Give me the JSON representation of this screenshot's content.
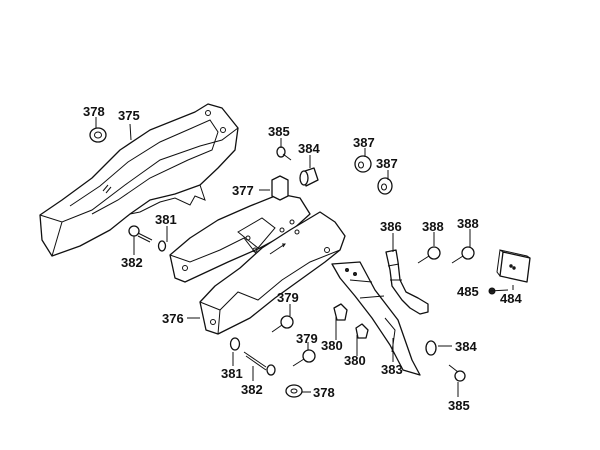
{
  "diagram": {
    "type": "exploded-parts-diagram",
    "background": "#ffffff",
    "ink_color": "#111111",
    "callouts": [
      {
        "id": "c378a",
        "label": "378",
        "part": "grommet"
      },
      {
        "id": "c375",
        "label": "375",
        "part": "upper-cover"
      },
      {
        "id": "c385a",
        "label": "385",
        "part": "bolt"
      },
      {
        "id": "c384a",
        "label": "384",
        "part": "collar"
      },
      {
        "id": "c387a",
        "label": "387",
        "part": "damper"
      },
      {
        "id": "c387b",
        "label": "387",
        "part": "damper"
      },
      {
        "id": "c377",
        "label": "377",
        "part": "clip"
      },
      {
        "id": "c381a",
        "label": "381",
        "part": "washer"
      },
      {
        "id": "c382a",
        "label": "382",
        "part": "screw"
      },
      {
        "id": "c386",
        "label": "386",
        "part": "harness-band"
      },
      {
        "id": "c388a",
        "label": "388",
        "part": "bolt"
      },
      {
        "id": "c388b",
        "label": "388",
        "part": "bolt"
      },
      {
        "id": "c485",
        "label": "485",
        "part": "rivet"
      },
      {
        "id": "c484",
        "label": "484",
        "part": "reflector"
      },
      {
        "id": "c376",
        "label": "376",
        "part": "lower-cover"
      },
      {
        "id": "c379a",
        "label": "379",
        "part": "bolt"
      },
      {
        "id": "c379b",
        "label": "379",
        "part": "bolt"
      },
      {
        "id": "c380a",
        "label": "380",
        "part": "nut"
      },
      {
        "id": "c380b",
        "label": "380",
        "part": "nut"
      },
      {
        "id": "c383",
        "label": "383",
        "part": "fender-flap"
      },
      {
        "id": "c384b",
        "label": "384",
        "part": "collar"
      },
      {
        "id": "c385b",
        "label": "385",
        "part": "bolt"
      },
      {
        "id": "c381b",
        "label": "381",
        "part": "washer"
      },
      {
        "id": "c382b",
        "label": "382",
        "part": "screw"
      },
      {
        "id": "c378b",
        "label": "378",
        "part": "grommet"
      }
    ]
  }
}
